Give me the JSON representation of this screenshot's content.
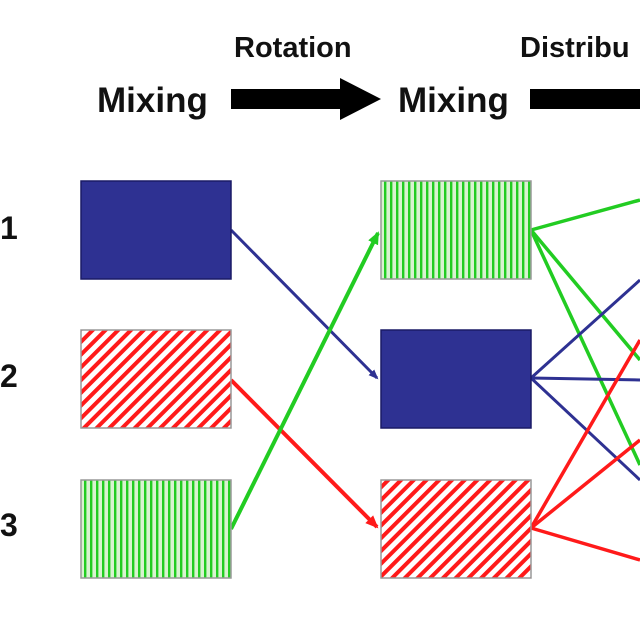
{
  "header": {
    "stage_1_label": "Mixing",
    "stage_2_label": "Mixing",
    "arrow_1_label": "Rotation",
    "arrow_2_label": "Distribu"
  },
  "row_labels": [
    "1",
    "2",
    "3"
  ],
  "colors": {
    "blue": "#2e3192",
    "red": "#ff1a1a",
    "green": "#22cc22",
    "green_fill": "#d8f3d0",
    "arrow": "#000000"
  },
  "columns": [
    {
      "id": "stage-1",
      "boxes": [
        {
          "row": "1",
          "pattern": "solid-blue"
        },
        {
          "row": "2",
          "pattern": "diagonal-red-hatch"
        },
        {
          "row": "3",
          "pattern": "vertical-green-stripes"
        }
      ]
    },
    {
      "id": "stage-2",
      "boxes": [
        {
          "row": "1",
          "pattern": "vertical-green-stripes"
        },
        {
          "row": "2",
          "pattern": "solid-blue"
        },
        {
          "row": "3",
          "pattern": "diagonal-red-hatch"
        }
      ]
    }
  ],
  "rotation_links": [
    {
      "color": "blue",
      "from_row": "1",
      "to_row": "2"
    },
    {
      "color": "red",
      "from_row": "2",
      "to_row": "3"
    },
    {
      "color": "green",
      "from_row": "3",
      "to_row": "1"
    }
  ],
  "distribution_links": [
    {
      "color": "green",
      "from_row": "1"
    },
    {
      "color": "blue",
      "from_row": "2"
    },
    {
      "color": "red",
      "from_row": "3"
    }
  ]
}
